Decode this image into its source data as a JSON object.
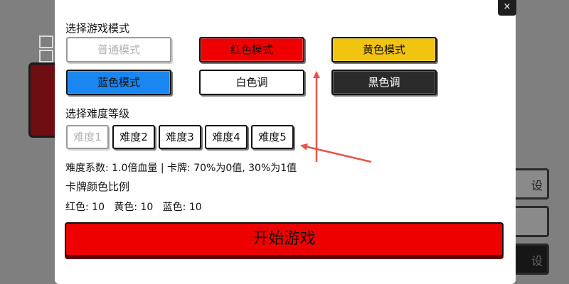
{
  "modal": {
    "close_label": "×",
    "mode_section_title": "选择游戏模式",
    "modes": [
      {
        "label": "普通模式",
        "state": "disabled"
      },
      {
        "label": "红色模式"
      },
      {
        "label": "黄色模式"
      },
      {
        "label": "蓝色模式"
      },
      {
        "label": "白色调"
      },
      {
        "label": "黑色调"
      }
    ],
    "difficulty_section_title": "选择难度等级",
    "difficulties": [
      {
        "label": "难度1",
        "state": "disabled"
      },
      {
        "label": "难度2"
      },
      {
        "label": "难度3"
      },
      {
        "label": "难度4"
      },
      {
        "label": "难度5"
      }
    ],
    "info_line": "难度系数: 1.0倍血量 | 卡牌: 70%为0值, 30%为1值",
    "ratio_title": "卡牌颜色比例",
    "ratio_line": "红色: 10   黄色: 10   蓝色: 10",
    "start_label": "开始游戏"
  },
  "background": {
    "button_texts": [
      "设",
      "",
      "设"
    ]
  },
  "colors": {
    "red": "#ee0000",
    "yellow": "#f1c40f",
    "blue": "#1a86f0",
    "black": "#2b2b2b",
    "arrow": "#e8534c"
  }
}
